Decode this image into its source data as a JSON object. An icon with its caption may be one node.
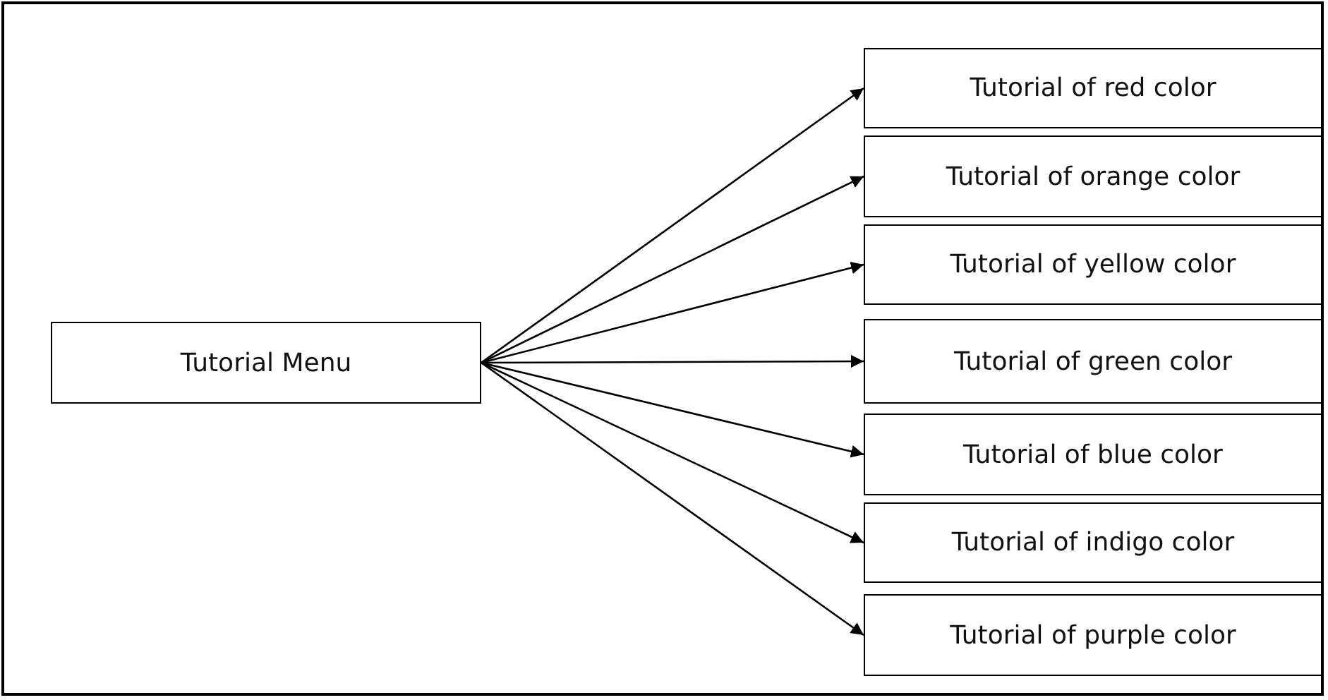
{
  "diagram": {
    "nodes": [
      {
        "text": [
          "Tutorial Menu"
        ]
      },
      {
        "text": [
          "Tutorial of red color"
        ]
      },
      {
        "text": [
          "Tutorial of orange color"
        ]
      },
      {
        "text": [
          "Tutorial of yellow color"
        ]
      },
      {
        "text": [
          "Tutorial of green color"
        ]
      },
      {
        "text": [
          "Tutorial of blue color"
        ]
      },
      {
        "text": [
          "Tutorial of indigo color"
        ]
      },
      {
        "text": [
          "Tutorial of purple color"
        ]
      }
    ],
    "edges": [
      {
        "from": 0,
        "to": 1,
        "arrow": "to"
      },
      {
        "from": 0,
        "to": 2,
        "arrow": "to"
      },
      {
        "from": 0,
        "to": 3,
        "arrow": "to"
      },
      {
        "from": 0,
        "to": 4,
        "arrow": "to"
      },
      {
        "from": 0,
        "to": 5,
        "arrow": "to"
      },
      {
        "from": 0,
        "to": 6,
        "arrow": "to"
      },
      {
        "from": 0,
        "to": 7,
        "arrow": "to"
      }
    ]
  }
}
